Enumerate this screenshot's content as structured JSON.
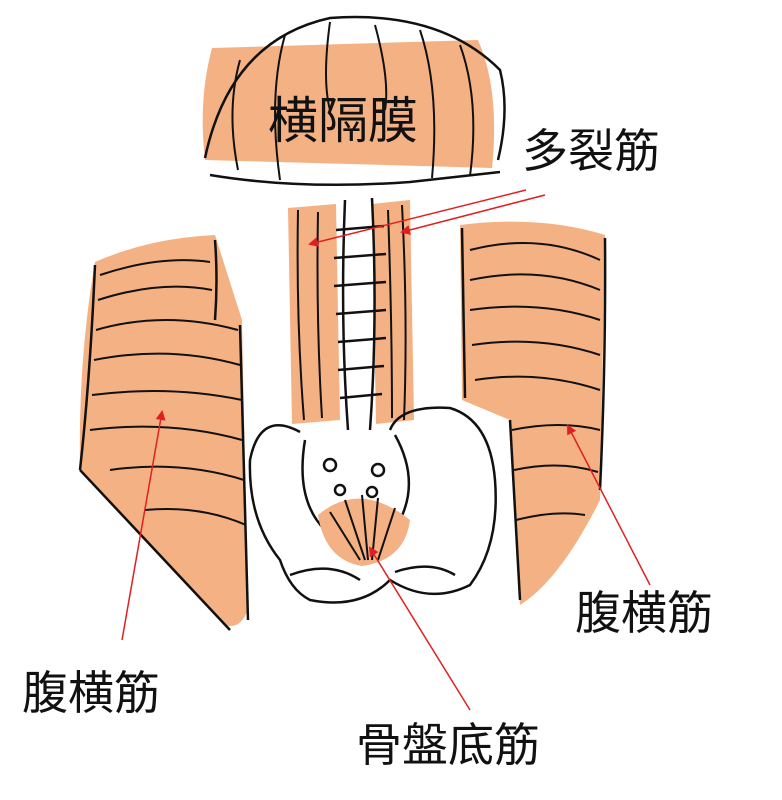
{
  "labels": {
    "diaphragm": "横隔膜",
    "multifidus": "多裂筋",
    "transversus_right": "腹横筋",
    "transversus_left": "腹横筋",
    "pelvic_floor": "骨盤底筋"
  },
  "colors": {
    "muscle_fill": "#F4B183",
    "outline": "#111111",
    "arrow": "#E02020",
    "label_text": "#111111"
  }
}
